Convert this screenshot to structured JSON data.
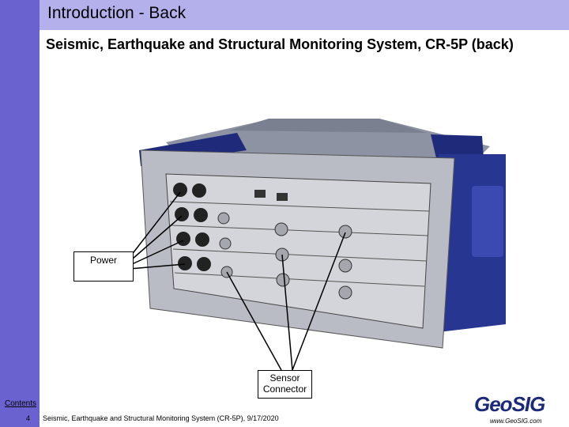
{
  "slide": {
    "title": "Introduction - Back",
    "subtitle": "Seismic, Earthquake and Structural Monitoring System, CR-5P (back)"
  },
  "callouts": {
    "power": "Power",
    "sensor_line1": "Sensor",
    "sensor_line2": "Connector"
  },
  "footer": {
    "contents_link": "Contents",
    "page_number": "4",
    "text": "Seismic, Earthquake and Structural Monitoring System (CR-5P), 9/17/2020",
    "logo_text": "GeoSIG",
    "logo_url": "www.GeoSIG.com"
  },
  "colors": {
    "left_bar": "#6a63cf",
    "title_bar": "#b3b0ec",
    "logo": "#1c2a7a"
  }
}
